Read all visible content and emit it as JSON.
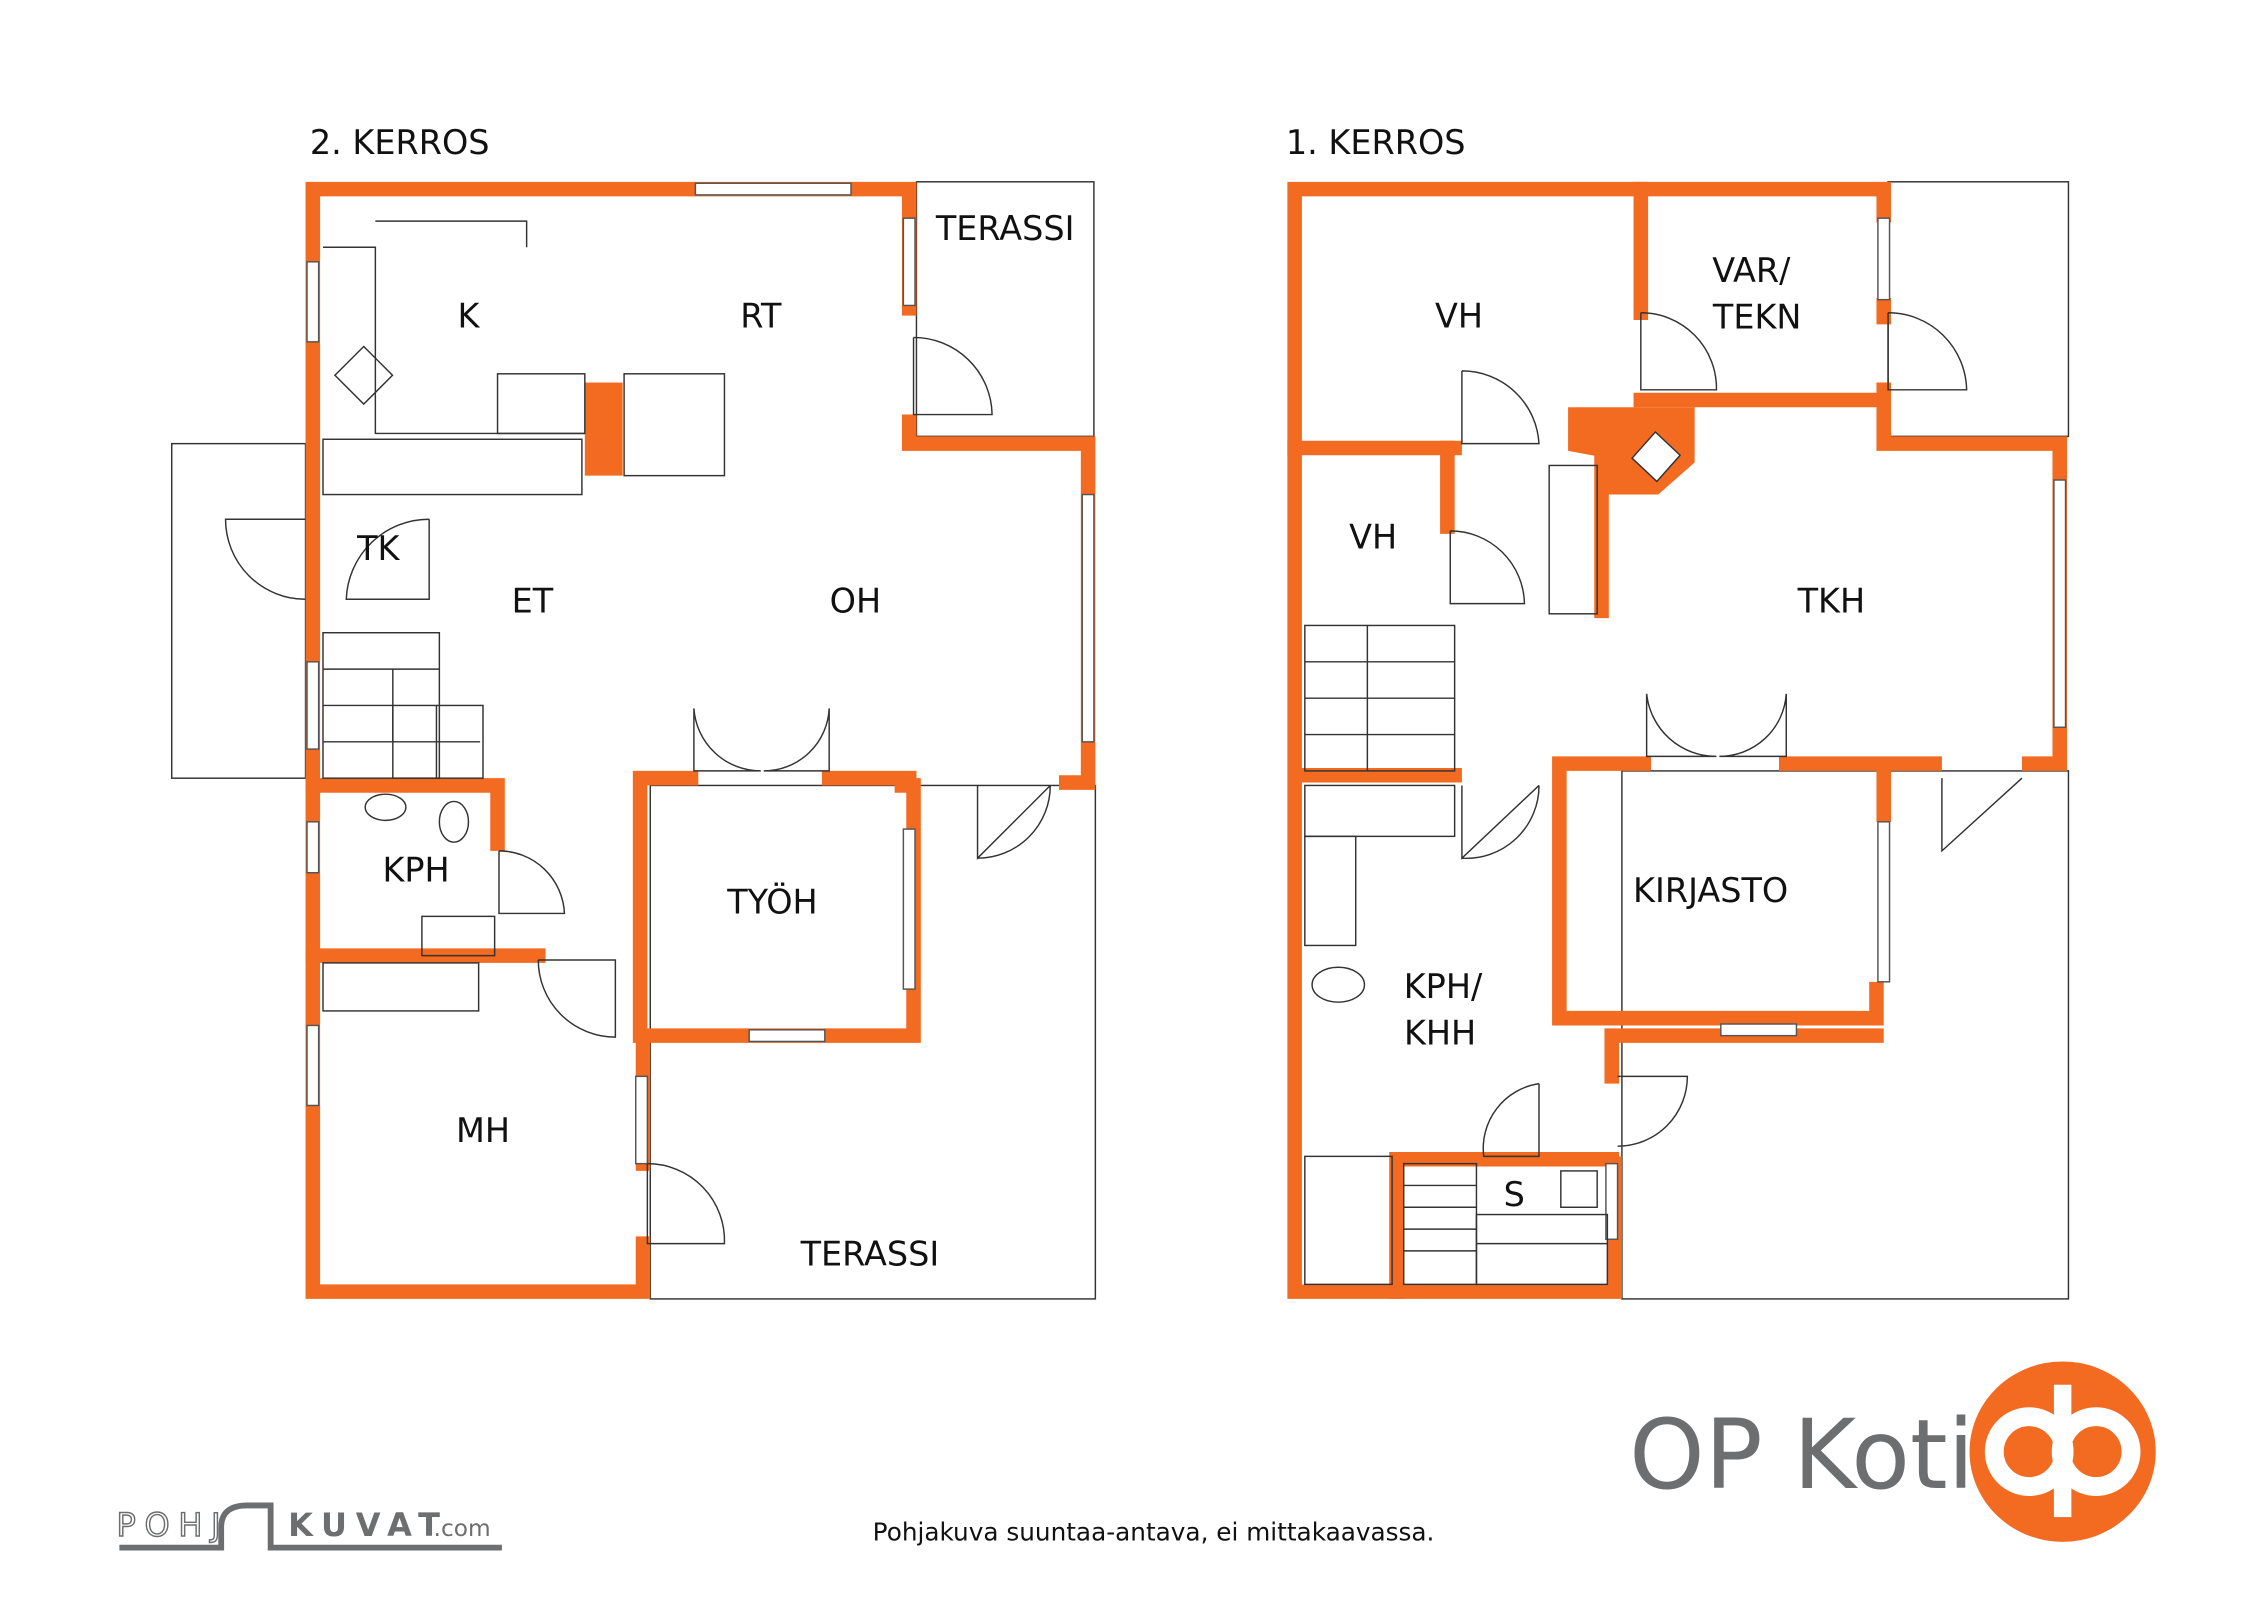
{
  "floors": [
    {
      "title": "2. KERROS",
      "rooms": [
        "K",
        "RT",
        "TERASSI",
        "TK",
        "ET",
        "OH",
        "KPH",
        "TYÖH",
        "MH",
        "TERASSI"
      ]
    },
    {
      "title": "1. KERROS",
      "rooms": [
        "VH",
        "VAR/",
        "TEKN",
        "VH",
        "TKH",
        "KIRJASTO",
        "KPH/",
        "KHH",
        "S"
      ]
    }
  ],
  "footer": {
    "disclaimer": "Pohjakuva suuntaa-antava, ei mittakaavassa.",
    "pohjakuvat_logo": {
      "left": "POHJ",
      "right": "KUVAT",
      "suffix": ".com"
    },
    "brand_text": "OP Koti",
    "brand_logo_text": "op"
  },
  "colors": {
    "wall": "#f26b21",
    "brand_gray": "#6d6e70"
  }
}
